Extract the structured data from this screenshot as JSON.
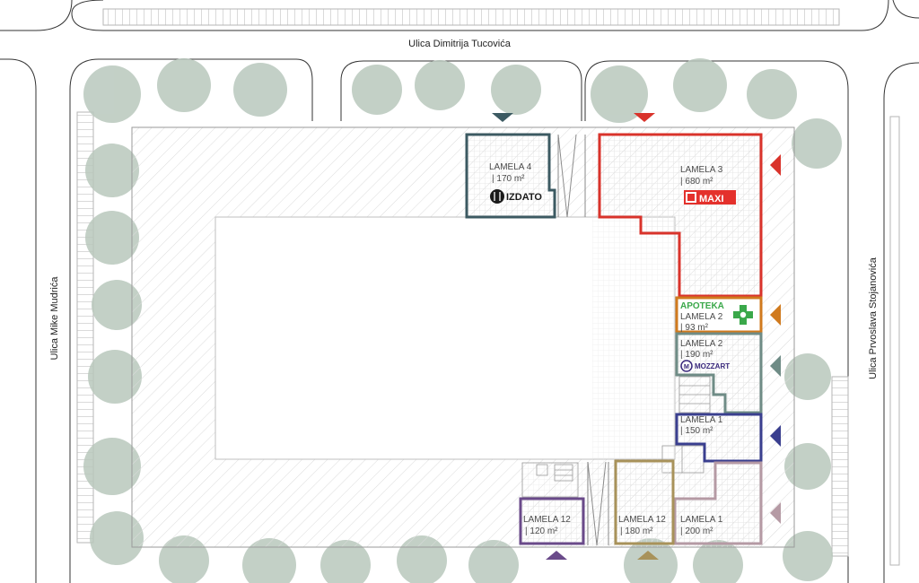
{
  "streets": {
    "north": "Ulica Dimitrija Tucovića",
    "west": "Ulica Mike Mudrića",
    "east": "Ulica Prvoslava Stojanovića"
  },
  "units": {
    "lamela3": {
      "name": "LAMELA 3",
      "area": "| 680 m²",
      "tenant": "MAXI"
    },
    "lamela4": {
      "name": "LAMELA 4",
      "area": "| 170 m²",
      "status": "IZDATO"
    },
    "lamela2a": {
      "name": "LAMELA 2",
      "area": "| 93 m²",
      "tenant": "APOTEKA"
    },
    "lamela2b": {
      "name": "LAMELA 2",
      "area": "| 190 m²",
      "tenant": "MOZZART"
    },
    "lamela1a": {
      "name": "LAMELA 1",
      "area": "| 150 m²"
    },
    "lamela1b": {
      "name": "LAMELA 1",
      "area": "| 200 m²"
    },
    "lamela12a": {
      "name": "LAMELA 12",
      "area": "| 120 m²"
    },
    "lamela12b": {
      "name": "LAMELA 12",
      "area": "| 180 m²"
    }
  },
  "colors": {
    "lamela3": "#d9332b",
    "lamela4": "#3c5a62",
    "lamela2a": "#d07a1e",
    "lamela2b": "#6f8c86",
    "lamela1a": "#3a3f8f",
    "lamela1b": "#b59aa4",
    "lamela12a": "#6a4a8a",
    "lamela12b": "#a8925a",
    "tree": "#b9c8bd",
    "apoteka": "#3aa84a",
    "maxi": "#e4312c",
    "mozzart": "#3b2a7d"
  },
  "icons": [
    "restaurant-icon",
    "maxi-logo-icon",
    "pharmacy-cross-icon",
    "mozzart-logo-icon",
    "entrance-arrow-icon"
  ]
}
